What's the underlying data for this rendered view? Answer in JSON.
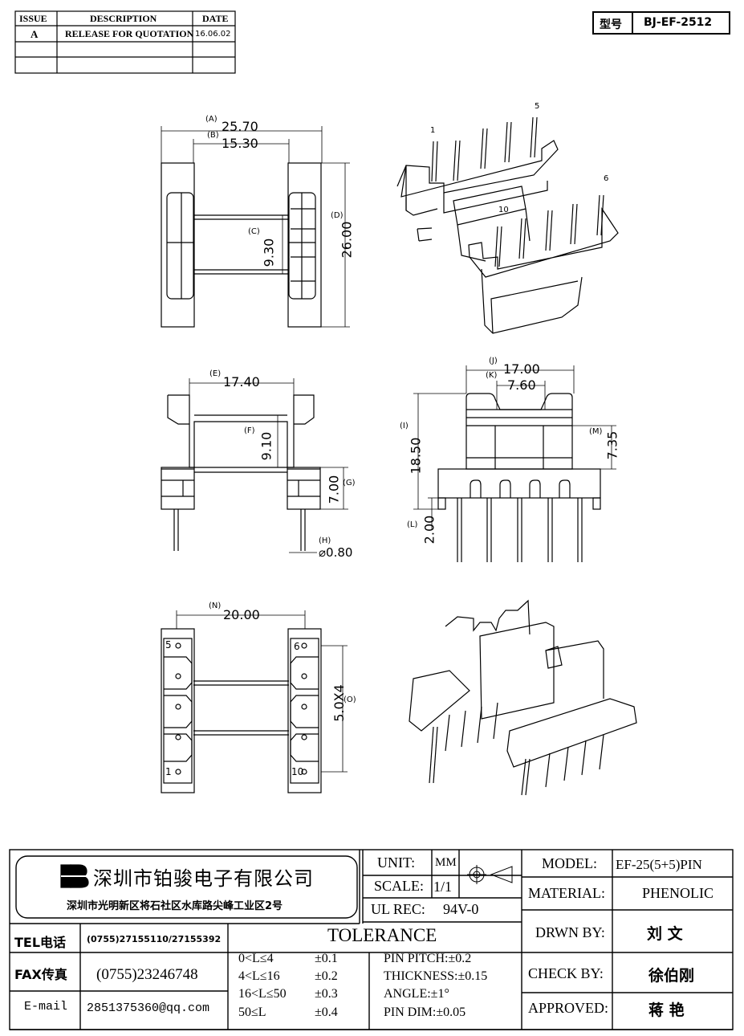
{
  "header_table": {
    "columns": [
      "ISSUE",
      "DESCRIPTION",
      "DATE"
    ],
    "rows": [
      {
        "issue": "A",
        "description": "RELEASE FOR QUOTATION",
        "date": "16.06.02"
      },
      {
        "issue": "",
        "description": "",
        "date": ""
      },
      {
        "issue": "",
        "description": "",
        "date": ""
      }
    ]
  },
  "model_box": {
    "label": "型号",
    "value": "BJ-EF-2512"
  },
  "dimensions": {
    "A": {
      "tag": "(A)",
      "value": "25.70"
    },
    "B": {
      "tag": "(B)",
      "value": "15.30"
    },
    "C": {
      "tag": "(C)",
      "value": "9.30"
    },
    "D": {
      "tag": "(D)",
      "value": "26.00"
    },
    "E": {
      "tag": "(E)",
      "value": "17.40"
    },
    "F": {
      "tag": "(F)",
      "value": "9.10"
    },
    "G": {
      "tag": "(G)",
      "value": "7.00"
    },
    "H": {
      "tag": "(H)",
      "value": "⌀0.80"
    },
    "I": {
      "tag": "(I)",
      "value": "18.50"
    },
    "J": {
      "tag": "(J)",
      "value": "17.00"
    },
    "K": {
      "tag": "(K)",
      "value": "7.60"
    },
    "L": {
      "tag": "(L)",
      "value": "2.00"
    },
    "M": {
      "tag": "(M)",
      "value": "7.35"
    },
    "N": {
      "tag": "(N)",
      "value": "20.00"
    },
    "O": {
      "tag": "(O)",
      "value": "5.0X4"
    }
  },
  "pin_labels": {
    "p1": "1",
    "p5": "5",
    "p6": "6",
    "p10": "10"
  },
  "bottom_pin_labels": {
    "p5": "5",
    "p6": "6",
    "p1": "1",
    "p10": "10"
  },
  "title_block": {
    "company_name": "深圳市铂骏电子有限公司",
    "company_address": "深圳市光明新区将石社区水库路尖峰工业区2号",
    "unit_label": "UNIT:",
    "unit_value": "MM",
    "scale_label": "SCALE:",
    "scale_value": "1/1",
    "ul_label": "UL REC:",
    "ul_value": "94V-0",
    "model_label": "MODEL:",
    "model_value": "EF-25(5+5)PIN",
    "material_label": "MATERIAL:",
    "material_value": "PHENOLIC",
    "drawn_label": "DRWN BY:",
    "drawn_value": "刘  文",
    "check_label": "CHECK BY:",
    "check_value": "徐伯刚",
    "approved_label": "APPROVED:",
    "approved_value": "蒋  艳",
    "tel_label": "TEL电话",
    "tel_value": "(0755)27155110/27155392",
    "fax_label": "FAX传真",
    "fax_value": "(0755)23246748",
    "email_label": "E-mail",
    "email_value": "2851375360@qq.com",
    "tolerance_title": "TOLERANCE",
    "tolerance_rows": [
      {
        "range": "0<L≤4",
        "tol": "±0.1"
      },
      {
        "range": "4<L≤16",
        "tol": "±0.2"
      },
      {
        "range": "16<L≤50",
        "tol": "±0.3"
      },
      {
        "range": "50≤L",
        "tol": "±0.4"
      }
    ],
    "pin_pitch": "PIN PITCH:±0.2",
    "thickness": "THICKNESS:±0.15",
    "angle": "ANGLE:±1°",
    "pin_dim": "PIN DIM:±0.05"
  }
}
